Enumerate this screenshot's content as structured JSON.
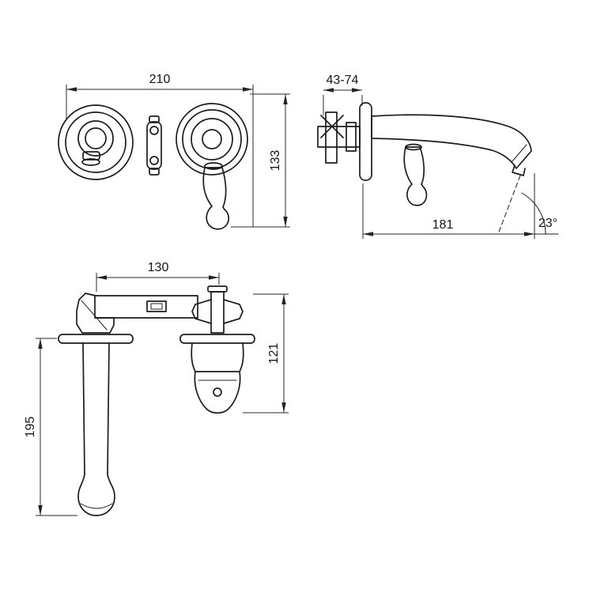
{
  "drawing": {
    "background": "#ffffff",
    "line_color": "#1c1c1c",
    "subject": "wall-mounted-basin-faucet-dimension-drawing"
  },
  "views": {
    "front": {
      "width": "210",
      "height": "133"
    },
    "side": {
      "depth": "43-74",
      "reach": "181",
      "angle": "23°"
    },
    "bottom": {
      "spacing": "130",
      "body_height": "121",
      "spout_drop": "195"
    }
  }
}
